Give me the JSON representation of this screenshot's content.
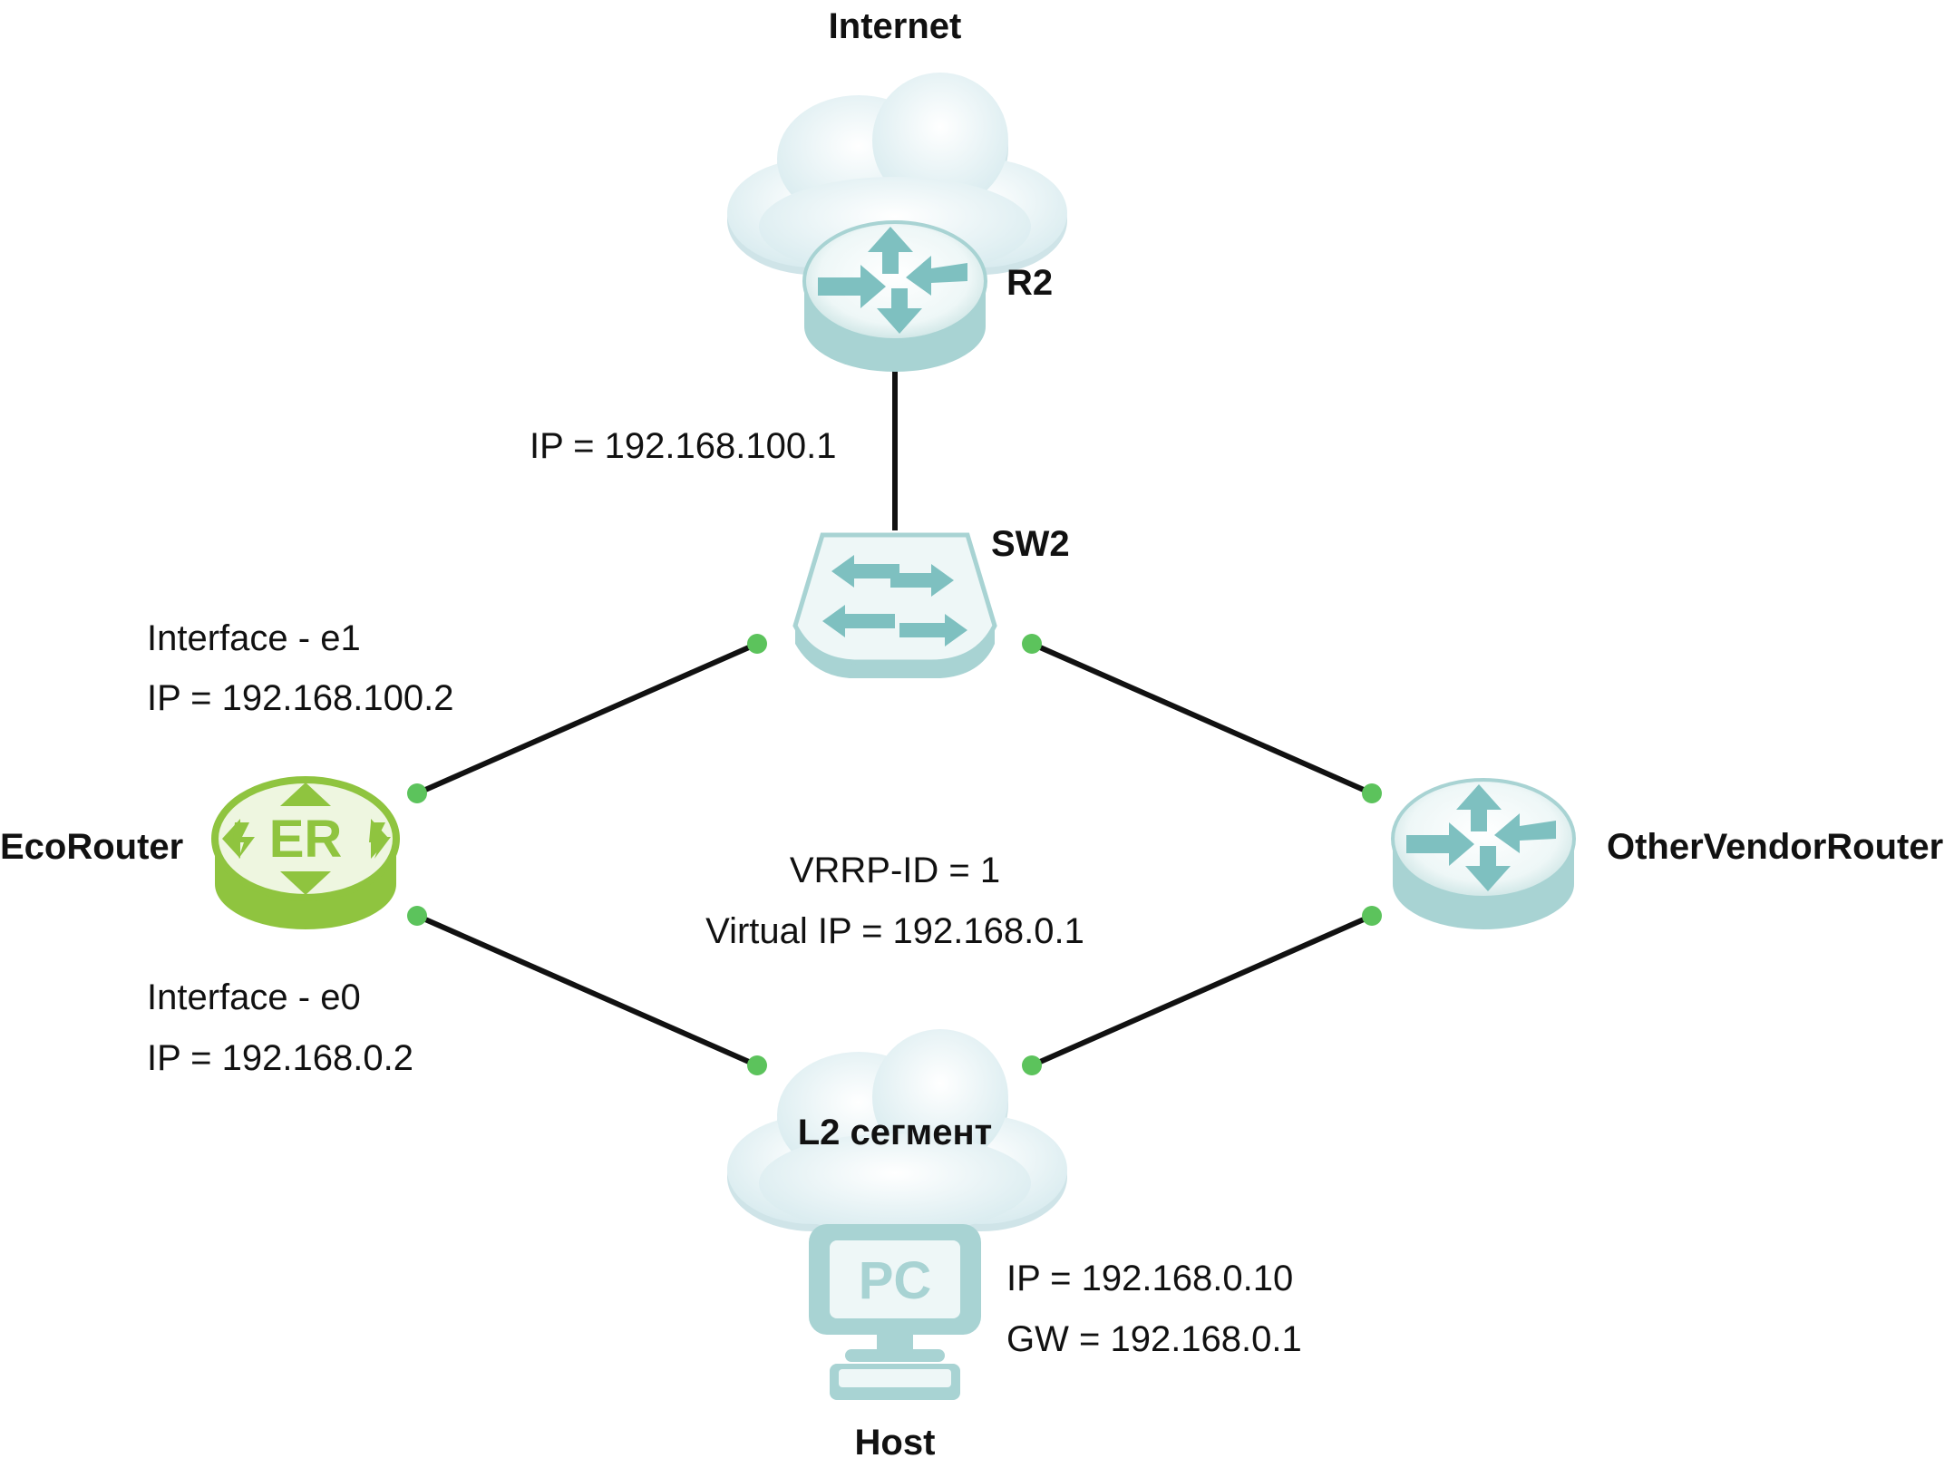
{
  "nodes": {
    "internet_label": "Internet",
    "r2_label": "R2",
    "sw2_label": "SW2",
    "ecorouter_label": "EcoRouter",
    "ecorouter_badge": "ER",
    "other_label": "OtherVendorRouter",
    "l2_label": "L2 сегмент",
    "pc_badge": "PC",
    "host_label": "Host"
  },
  "annotations": {
    "r2_ip": "IP = 192.168.100.1",
    "e1_interface": "Interface - e1",
    "e1_ip": "IP = 192.168.100.2",
    "e0_interface": "Interface - e0",
    "e0_ip": "IP = 192.168.0.2",
    "vrrp_id": "VRRP-ID = 1",
    "virtual_ip": "Virtual IP = 192.168.0.1",
    "host_ip": "IP = 192.168.0.10",
    "host_gw": "GW = 192.168.0.1"
  },
  "colors": {
    "device_teal": "#a8d3d3",
    "device_teal_dark": "#8fc3c3",
    "arrow_teal": "#7ec0c0",
    "ecorouter_green": "#8fc43f",
    "port_green": "#5cc35c",
    "link": "#111111",
    "cloud": "#e6f2f4"
  },
  "icons": {
    "r2": "router-icon",
    "sw2": "switch-icon",
    "ecorouter": "ecorouter-icon",
    "other": "router-icon",
    "internet": "cloud-icon",
    "l2": "cloud-icon",
    "host": "pc-icon"
  }
}
